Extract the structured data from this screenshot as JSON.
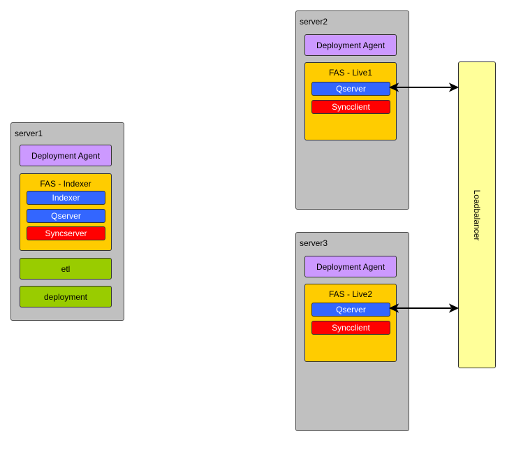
{
  "server1": {
    "title": "server1",
    "agent": "Deployment Agent",
    "fas": {
      "title": "FAS - Indexer",
      "items": [
        "Indexer",
        "Qserver",
        "Syncserver"
      ]
    },
    "etl": "etl",
    "deployment": "deployment"
  },
  "server2": {
    "title": "server2",
    "agent": "Deployment Agent",
    "fas": {
      "title": "FAS - Live1",
      "items": [
        "Qserver",
        "Syncclient"
      ]
    }
  },
  "server3": {
    "title": "server3",
    "agent": "Deployment Agent",
    "fas": {
      "title": "FAS - Live2",
      "items": [
        "Qserver",
        "Syncclient"
      ]
    }
  },
  "loadbalancer": {
    "label": "Loadbalancer"
  },
  "colors": {
    "server": "#c0c0c0",
    "agent": "#cc99ff",
    "fas": "#ffcc00",
    "qserver": "#3366ff",
    "sync": "#ff0000",
    "green": "#99cc00",
    "loadbalancer": "#ffff99"
  }
}
